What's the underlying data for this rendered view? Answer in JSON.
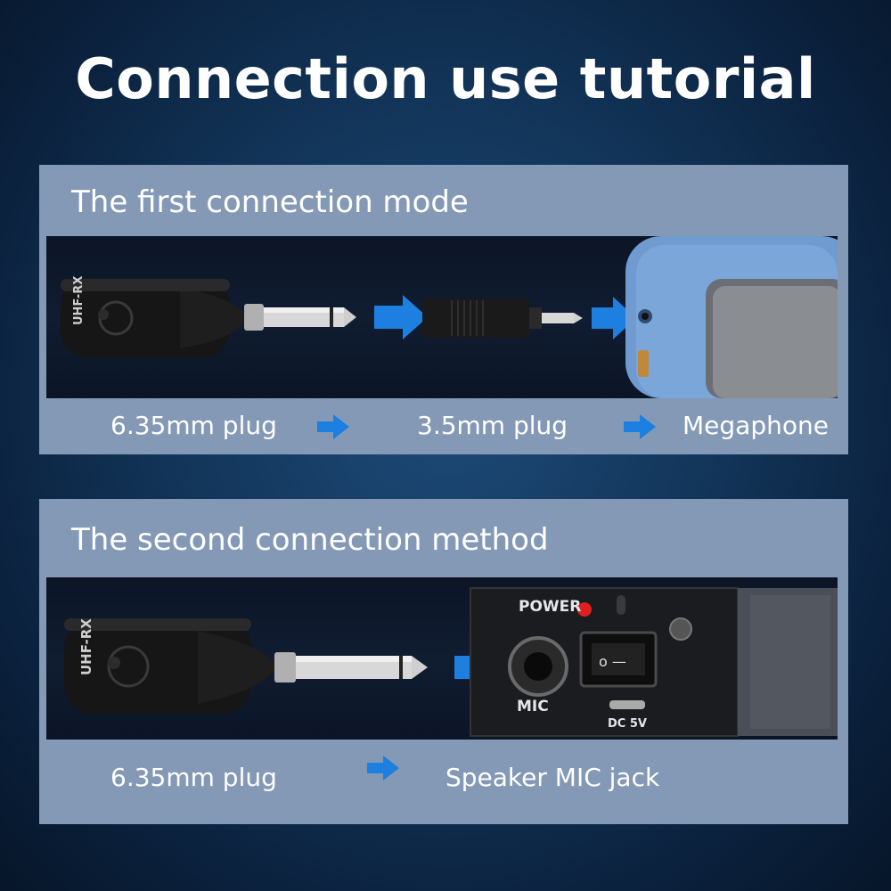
{
  "title": "Connection use tutorial",
  "mode1": {
    "heading": "The first connection mode",
    "steps": [
      "6.35mm plug",
      "3.5mm plug",
      "Megaphone"
    ],
    "device_label": "UHF-RX"
  },
  "mode2": {
    "heading": "The second connection method",
    "steps": [
      "6.35mm plug",
      "Speaker MIC jack"
    ],
    "device_label": "UHF-RX",
    "panel_labels": {
      "power": "POWER",
      "mic": "MIC",
      "dc": "DC 5V"
    }
  },
  "colors": {
    "arrow": "#1d7fe0",
    "panel": "#8499b6",
    "background": "#123458"
  }
}
